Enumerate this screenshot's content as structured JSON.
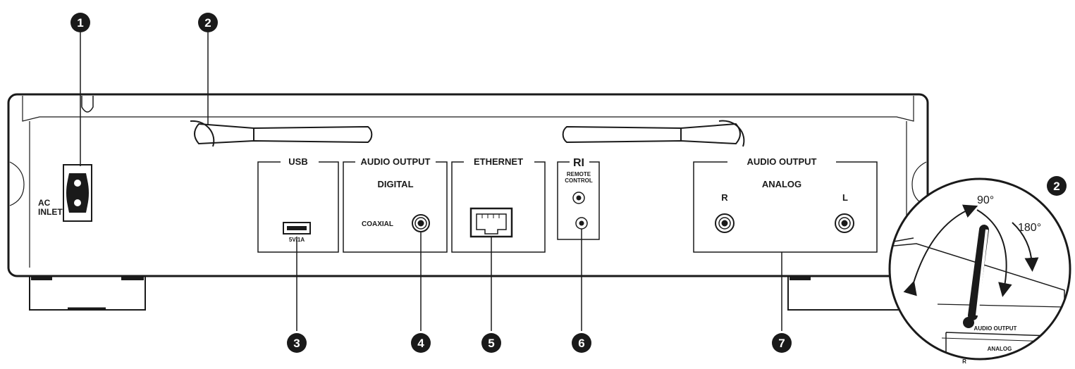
{
  "callouts": {
    "c1": "1",
    "c2": "2",
    "c3": "3",
    "c4": "4",
    "c5": "5",
    "c6": "6",
    "c7": "7",
    "c2_detail": "2"
  },
  "panel": {
    "ac_inlet_line1": "AC",
    "ac_inlet_line2": "INLET",
    "usb_title": "USB",
    "usb_rating": "5V/1A",
    "digital_out_title": "AUDIO OUTPUT",
    "digital_label": "DIGITAL",
    "coaxial_label": "COAXIAL",
    "ethernet_title": "ETHERNET",
    "ri_logo": "RI",
    "remote_line1": "REMOTE",
    "remote_line2": "CONTROL",
    "analog_out_title": "AUDIO OUTPUT",
    "analog_label": "ANALOG",
    "right_channel": "R",
    "left_channel": "L"
  },
  "detail": {
    "angle_90": "90°",
    "angle_180": "180°",
    "audio_output": "AUDIO OUTPUT",
    "analog": "ANALOG",
    "r": "R"
  },
  "colors": {
    "line": "#1a1a1a",
    "callout_fill": "#1a1a1a",
    "background": "#ffffff"
  }
}
